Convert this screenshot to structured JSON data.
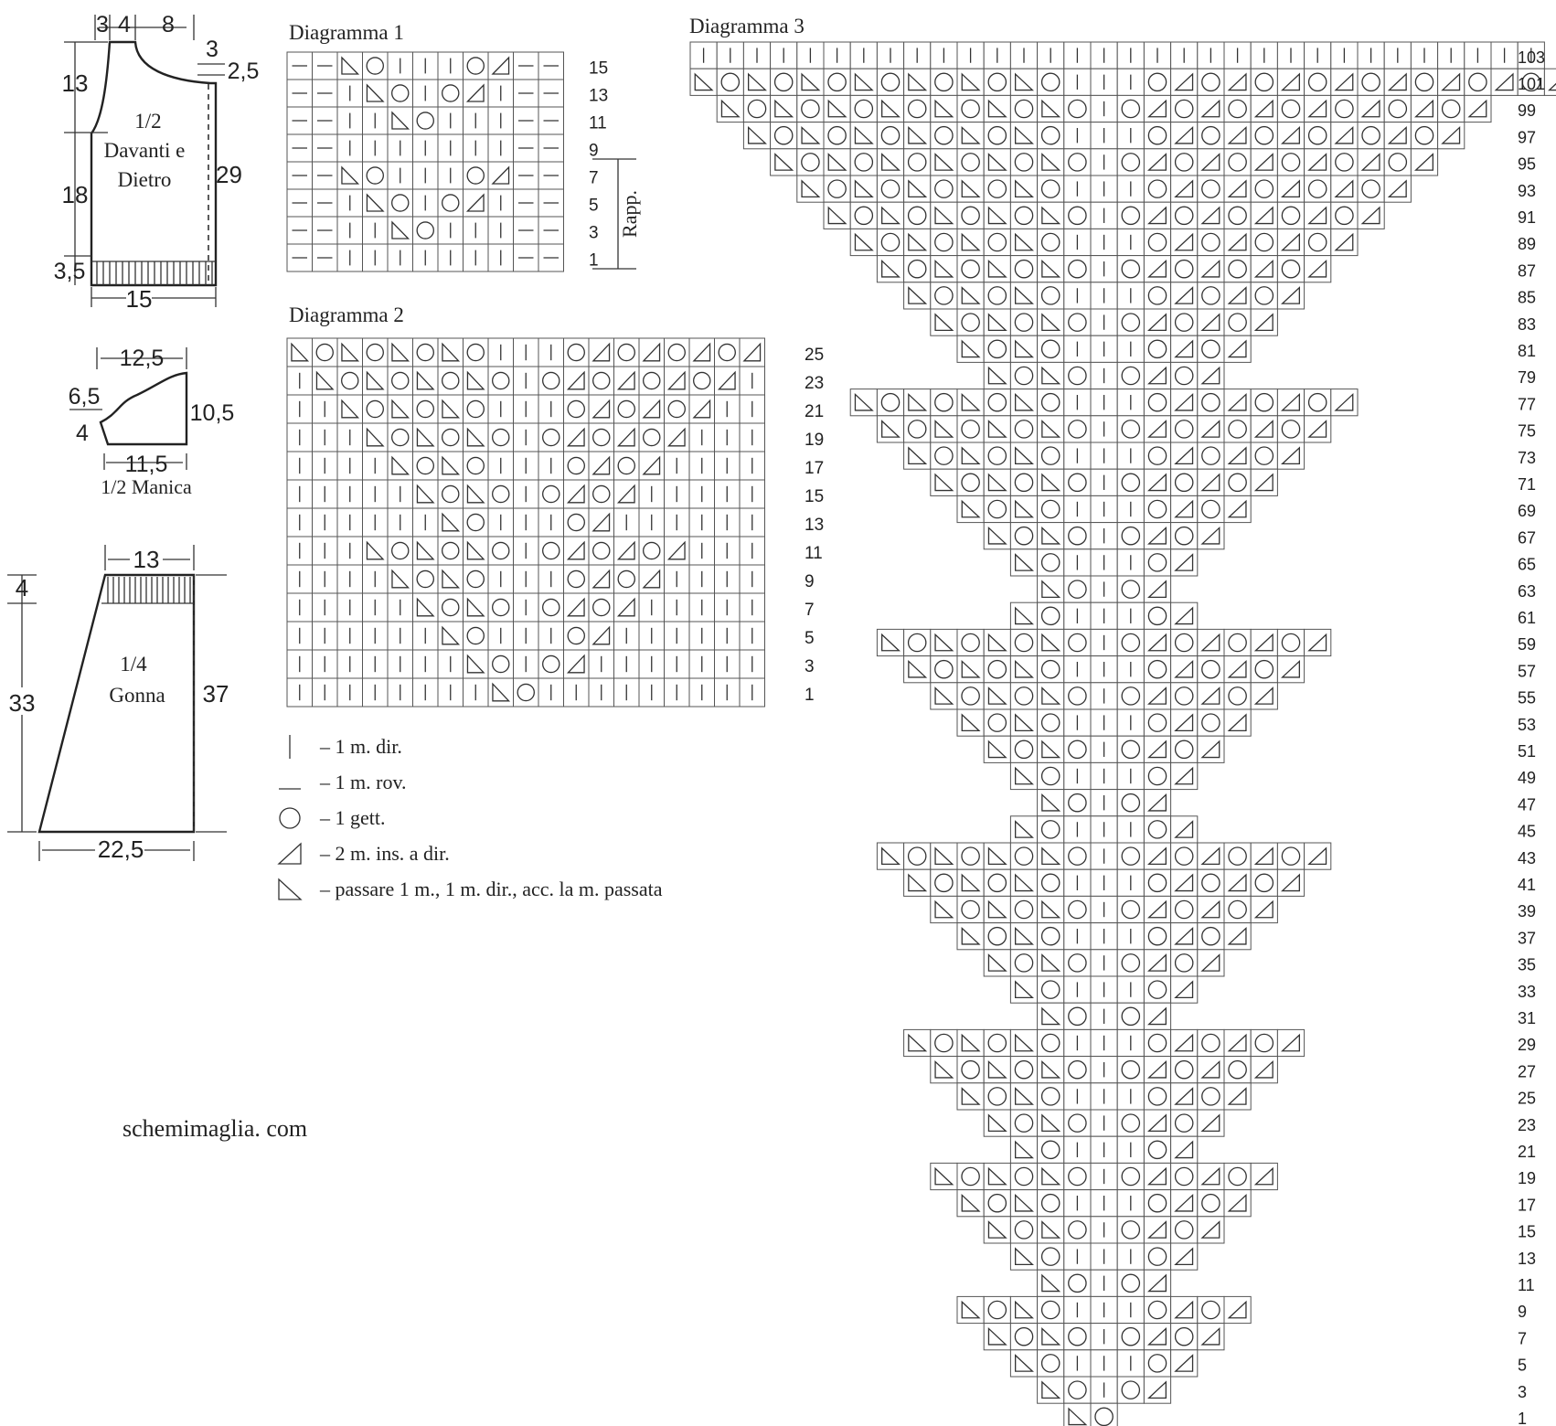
{
  "schematics": {
    "body": {
      "label_line1": "1/2",
      "label_line2": "Davanti e",
      "label_line3": "Dietro",
      "dims": {
        "shoulder_left": "3",
        "neck": "4",
        "shoulder_right": "8",
        "neck_drop_front": "3",
        "neck_drop_back": "2,5",
        "armhole": "13",
        "side": "18",
        "rib": "3,5",
        "full_height": "29",
        "width": "15"
      }
    },
    "sleeve": {
      "label": "1/2 Manica",
      "dims": {
        "top": "12,5",
        "cap_side": "6,5",
        "cap_low": "4",
        "height": "10,5",
        "bottom": "11,5"
      }
    },
    "skirt": {
      "label_line1": "1/4",
      "label_line2": "Gonna",
      "dims": {
        "top": "13",
        "waistband": "4",
        "side": "33",
        "height": "37",
        "bottom": "22,5"
      }
    }
  },
  "diagram1": {
    "title": "Diagramma 1",
    "repeat_label": "Rapp.",
    "row_numbers": [
      "15",
      "13",
      "11",
      "9",
      "7",
      "5",
      "3",
      "1"
    ],
    "rows": [
      "--KOIIIOT--",
      "--IKOIOTI--",
      "--IIKOIII--",
      "--IIIIIII--",
      "--KOIIIOT--",
      "--IKOIOTI--",
      "--IIKOIII--",
      "--IIIIIII--"
    ]
  },
  "diagram2": {
    "title": "Diagramma 2",
    "row_numbers": [
      "25",
      "23",
      "21",
      "19",
      "17",
      "15",
      "13",
      "11",
      "9",
      "7",
      "5",
      "3",
      "1"
    ],
    "rows": [
      "KOKOKOKOIIIOTOTOTOT",
      "IKOKOKOKOIOTOTOTOTI",
      "IIKOKOKOIIIOTOTOTII",
      "IIIKOKOKOIOTOTOTIII",
      "IIIIKOKOIIIOTOTIIII",
      "IIIIIKOKOIOTOTIIIII",
      "IIIIIIKOIIIOTIIIIII",
      "IIIKOKOKOIOTOTOTIII",
      "IIIIKOKOIIIOTOTIIII",
      "IIIIIKOKOIOTOTIIIII",
      "IIIIIIKOIIIOTIIIIII",
      "IIIIIIIKOIOTIIIIIII",
      "IIIIIIIIKOIIIIIIIII"
    ]
  },
  "diagram3": {
    "title": "Diagramma 3",
    "rows": [
      {
        "n": "103",
        "s": 0,
        "c": "IIIIIIIIIIIIIIIIIIIIIIIIIIIIIIII"
      },
      {
        "n": "101",
        "s": 0,
        "c": "KOKOKOKOKOKOKOIIIOTOTOTOTOTOTOTOT"
      },
      {
        "n": "99",
        "s": 1,
        "c": "KOKOKOKOKOKOKOIOTOTOTOTOTOTOT"
      },
      {
        "n": "97",
        "s": 2,
        "c": "KOKOKOKOKOKOIIIOTOTOTOTOTOT"
      },
      {
        "n": "95",
        "s": 3,
        "c": "KOKOKOKOKOKOIOTOTOTOTOTOT"
      },
      {
        "n": "93",
        "s": 4,
        "c": "KOKOKOKOKOIIIOTOTOTOTOT"
      },
      {
        "n": "91",
        "s": 5,
        "c": "KOKOKOKOKOIOTOTOTOTOT"
      },
      {
        "n": "89",
        "s": 6,
        "c": "KOKOKOKOIIIOTOTOTOT"
      },
      {
        "n": "87",
        "s": 7,
        "c": "KOKOKOKOIOTOTOTOT"
      },
      {
        "n": "85",
        "s": 8,
        "c": "KOKOKOIIIOTOTOT"
      },
      {
        "n": "83",
        "s": 9,
        "c": "KOKOKOIOTOTOT"
      },
      {
        "n": "81",
        "s": 10,
        "c": "KOKOIIIOTOT"
      },
      {
        "n": "79",
        "s": 11,
        "c": "KOKOIOTOT"
      },
      {
        "n": "77",
        "s": 6,
        "c": "KOKOKOKOIIIOTOTOTOT"
      },
      {
        "n": "75",
        "s": 7,
        "c": "KOKOKOKOIOTOTOTOT"
      },
      {
        "n": "73",
        "s": 8,
        "c": "KOKOKOIIIOTOTOT"
      },
      {
        "n": "71",
        "s": 9,
        "c": "KOKOKOIOTOTOT"
      },
      {
        "n": "69",
        "s": 10,
        "c": "KOKOIIIOTOT"
      },
      {
        "n": "67",
        "s": 11,
        "c": "KOKOIOTOT"
      },
      {
        "n": "65",
        "s": 12,
        "c": "KOIIIOT"
      },
      {
        "n": "63",
        "s": 13,
        "c": "KOIOT"
      },
      {
        "n": "61",
        "s": 12,
        "c": "KOIIIOT"
      },
      {
        "n": "59",
        "s": 7,
        "c": "KOKOKOKOIOTOTOTOT"
      },
      {
        "n": "57",
        "s": 8,
        "c": "KOKOKOIIIOTOTOT"
      },
      {
        "n": "55",
        "s": 9,
        "c": "KOKOKOIOTOTOT"
      },
      {
        "n": "53",
        "s": 10,
        "c": "KOKOIIIOTOT"
      },
      {
        "n": "51",
        "s": 11,
        "c": "KOKOIOTOT"
      },
      {
        "n": "49",
        "s": 12,
        "c": "KOIIIOT"
      },
      {
        "n": "47",
        "s": 13,
        "c": "KOIOT"
      },
      {
        "n": "45",
        "s": 12,
        "c": "KOIIIOT"
      },
      {
        "n": "43",
        "s": 7,
        "c": "KOKOKOKOIOTOTOTOT"
      },
      {
        "n": "41",
        "s": 8,
        "c": "KOKOKOIIIOTOTOT"
      },
      {
        "n": "39",
        "s": 9,
        "c": "KOKOKOIOTOTOT"
      },
      {
        "n": "37",
        "s": 10,
        "c": "KOKOIIIOTOT"
      },
      {
        "n": "35",
        "s": 11,
        "c": "KOKOIOTOT"
      },
      {
        "n": "33",
        "s": 12,
        "c": "KOIIIOT"
      },
      {
        "n": "31",
        "s": 13,
        "c": "KOIOT"
      },
      {
        "n": "29",
        "s": 8,
        "c": "KOKOKOIIIOTOTOT"
      },
      {
        "n": "27",
        "s": 9,
        "c": "KOKOKOIOTOTOT"
      },
      {
        "n": "25",
        "s": 10,
        "c": "KOKOIIIOTOT"
      },
      {
        "n": "23",
        "s": 11,
        "c": "KOKOIOTOT"
      },
      {
        "n": "21",
        "s": 12,
        "c": "KOIIIOT"
      },
      {
        "n": "19",
        "s": 9,
        "c": "KOKOKOIOTOTOT"
      },
      {
        "n": "17",
        "s": 10,
        "c": "KOKOIIIOTOT"
      },
      {
        "n": "15",
        "s": 11,
        "c": "KOKOIOTOT"
      },
      {
        "n": "13",
        "s": 12,
        "c": "KOIIIOT"
      },
      {
        "n": "11",
        "s": 13,
        "c": "KOIOT"
      },
      {
        "n": "9",
        "s": 10,
        "c": "KOKOIIIOTOT"
      },
      {
        "n": "7",
        "s": 11,
        "c": "KOKOIOTOT"
      },
      {
        "n": "5",
        "s": 12,
        "c": "KOIIIOT"
      },
      {
        "n": "3",
        "s": 13,
        "c": "KOIOT"
      },
      {
        "n": "1",
        "s": 14,
        "c": "KO"
      }
    ]
  },
  "legend": [
    {
      "symbol": "I",
      "text": "– 1 m. dir."
    },
    {
      "symbol": "-",
      "text": "– 1 m. rov."
    },
    {
      "symbol": "O",
      "text": "– 1 gett."
    },
    {
      "symbol": "T",
      "text": "– 2 m. ins. a dir."
    },
    {
      "symbol": "K",
      "text": "– passare 1 m., 1 m. dir., acc. la m. passata"
    }
  ],
  "footer": {
    "site": "schemimaglia. com"
  }
}
